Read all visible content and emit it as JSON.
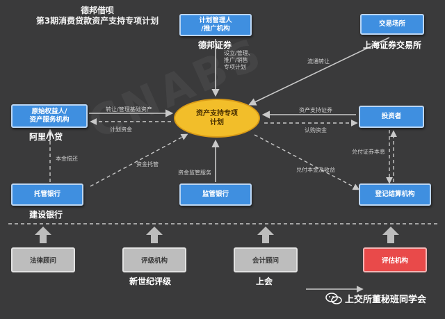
{
  "title": {
    "line1": "德邦借呗",
    "line2": "第3期消费贷款资产支持专项计划"
  },
  "center": {
    "label": "资产支持专项\n计划"
  },
  "nodes": {
    "manager": "计划管理人\n/推广机构",
    "exchange": "交易场所",
    "originator": "原始权益人/\n资产服务机构",
    "investor": "投资者",
    "custodian": "托管银行",
    "supervisor": "监管银行",
    "registrar": "登记结算机构"
  },
  "entities": {
    "manager": "德邦证券",
    "exchange": "上海证券交易所",
    "originator": "阿里小贷",
    "custodian": "建设银行",
    "rating": "新世纪评级",
    "accounting": "上会"
  },
  "bottom": {
    "legal": "法律顾问",
    "rating": "评级机构",
    "accounting": "会计顾问",
    "valuation": "评估机构"
  },
  "flows": {
    "design": "设立/管理、\n推广/销售\n专项计划",
    "listing": "流通转让",
    "transfer_assets": "转让/管理基础资产",
    "plan_funds": "计划资金",
    "abs": "资产支持证券",
    "subscription": "认购资金",
    "principal_recovery": "本金偿还",
    "custody": "资金托管",
    "fund_supervision": "资金监管服务",
    "redemption": "兑付证券本息",
    "principal_income": "兑付本金及收益"
  },
  "footer": {
    "text": "上交所董秘班同学会"
  },
  "colors": {
    "node": "#3f8fe0",
    "center": "#f2be2a",
    "gray": "#bdbdbd",
    "red": "#e94a4a",
    "background": "#3a3a3b"
  },
  "icons": {
    "wechat": "wechat-icon"
  }
}
